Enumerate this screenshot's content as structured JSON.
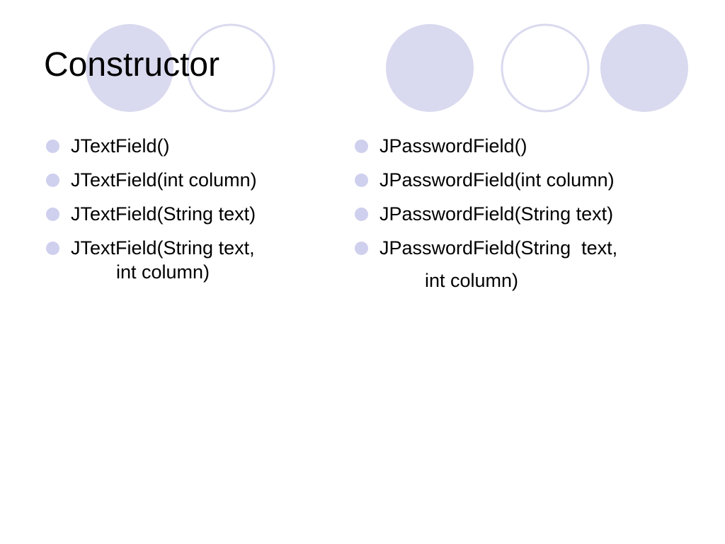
{
  "slide": {
    "title": "Constructor",
    "accent_color": "#d9d9ef",
    "ring_color": "#d9d9ef",
    "bullet_color": "#cfcfee"
  },
  "left_list": {
    "items": [
      {
        "text": "JTextField()"
      },
      {
        "text": "JTextField(int column)"
      },
      {
        "text": "JTextField(String text)"
      },
      {
        "text": "JTextField(String text,",
        "continuation": "int column)"
      }
    ]
  },
  "right_list": {
    "items": [
      {
        "text": "JPasswordField()"
      },
      {
        "text": "JPasswordField(int column)"
      },
      {
        "text": "JPasswordField(String text)"
      },
      {
        "text": "JPasswordField(String  text,",
        "continuation": "int column)"
      }
    ]
  }
}
